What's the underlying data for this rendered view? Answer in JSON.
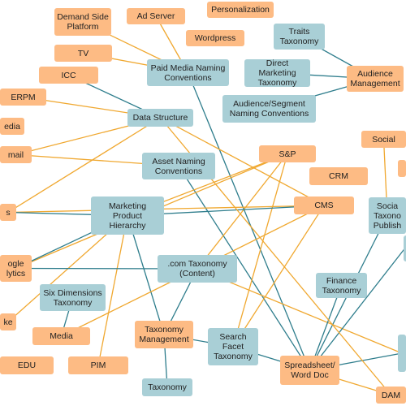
{
  "colors": {
    "orange_node": "#fdbb84",
    "blue_node": "#a9cfd6",
    "orange_edge": "#f0a830",
    "blue_edge": "#2e7d8c"
  },
  "nodes": [
    {
      "id": "demand-side-platform",
      "label": "Demand Side\nPlatform",
      "kind": "orange"
    },
    {
      "id": "ad-server",
      "label": "Ad Server",
      "kind": "orange"
    },
    {
      "id": "personalization",
      "label": "Personalization",
      "kind": "orange"
    },
    {
      "id": "wordpress",
      "label": "Wordpress",
      "kind": "orange"
    },
    {
      "id": "traits-taxonomy",
      "label": "Traits\nTaxonomy",
      "kind": "blue"
    },
    {
      "id": "tv",
      "label": "TV",
      "kind": "orange"
    },
    {
      "id": "paid-media",
      "label": "Paid Media Naming\nConventions",
      "kind": "blue"
    },
    {
      "id": "direct-marketing",
      "label": "Direct\nMarketing\nTaxonomy",
      "kind": "blue"
    },
    {
      "id": "audience-management",
      "label": "Audience\nManagement",
      "kind": "orange"
    },
    {
      "id": "icc",
      "label": "ICC",
      "kind": "orange"
    },
    {
      "id": "erpm",
      "label": "ERPM",
      "kind": "orange"
    },
    {
      "id": "audience-segment",
      "label": "Audience/Segment\nNaming Conventions",
      "kind": "blue"
    },
    {
      "id": "data-structure",
      "label": "Data Structure",
      "kind": "blue"
    },
    {
      "id": "media-left",
      "label": "edia",
      "kind": "orange"
    },
    {
      "id": "social",
      "label": "Social",
      "kind": "orange"
    },
    {
      "id": "email",
      "label": "mail",
      "kind": "orange"
    },
    {
      "id": "snp",
      "label": "S&P",
      "kind": "orange"
    },
    {
      "id": "asset-naming",
      "label": "Asset Naming\nConventions",
      "kind": "blue"
    },
    {
      "id": "crm",
      "label": "CRM",
      "kind": "orange"
    },
    {
      "id": "marketing-product",
      "label": "Marketing\nProduct\nHierarchy",
      "kind": "blue"
    },
    {
      "id": "cms",
      "label": "CMS",
      "kind": "orange"
    },
    {
      "id": "social-taxonomy",
      "label": "Socia\nTaxono\nPublish",
      "kind": "blue"
    },
    {
      "id": "s-left",
      "label": "s",
      "kind": "orange"
    },
    {
      "id": "google-analytics",
      "label": "ogle\nlytics",
      "kind": "orange"
    },
    {
      "id": "dotcom-taxonomy",
      "label": ".com Taxonomy\n(Content)",
      "kind": "blue"
    },
    {
      "id": "finance-taxonomy",
      "label": "Finance\nTaxonomy",
      "kind": "blue"
    },
    {
      "id": "six-dimensions",
      "label": "Six Dimensions\nTaxonomy",
      "kind": "blue"
    },
    {
      "id": "ke-left",
      "label": "ke",
      "kind": "orange"
    },
    {
      "id": "media",
      "label": "Media",
      "kind": "orange"
    },
    {
      "id": "taxonomy-management",
      "label": "Taxonomy\nManagement",
      "kind": "orange"
    },
    {
      "id": "search-facet",
      "label": "Search\nFacet\nTaxonomy",
      "kind": "blue"
    },
    {
      "id": "edu",
      "label": "EDU",
      "kind": "orange"
    },
    {
      "id": "pim",
      "label": "PIM",
      "kind": "orange"
    },
    {
      "id": "spreadsheet",
      "label": "Spreadsheet/\nWord Doc",
      "kind": "orange"
    },
    {
      "id": "taxonomy",
      "label": "Taxonomy",
      "kind": "blue"
    },
    {
      "id": "dam",
      "label": "DAM",
      "kind": "orange"
    },
    {
      "id": "right-edge-1",
      "label": "",
      "kind": "orange"
    },
    {
      "id": "right-edge-2",
      "label": "",
      "kind": "blue"
    },
    {
      "id": "right-edge-3",
      "label": "",
      "kind": "blue"
    }
  ],
  "edges": [
    {
      "from": "demand-side-platform",
      "to": "paid-media",
      "kind": "orange"
    },
    {
      "from": "ad-server",
      "to": "paid-media",
      "kind": "orange"
    },
    {
      "from": "tv",
      "to": "paid-media",
      "kind": "orange"
    },
    {
      "from": "paid-media",
      "to": "spreadsheet",
      "kind": "blue"
    },
    {
      "from": "traits-taxonomy",
      "to": "audience-management",
      "kind": "blue"
    },
    {
      "from": "direct-marketing",
      "to": "audience-management",
      "kind": "blue"
    },
    {
      "from": "audience-segment",
      "to": "audience-management",
      "kind": "blue"
    },
    {
      "from": "icc",
      "to": "data-structure",
      "kind": "blue"
    },
    {
      "from": "erpm",
      "to": "data-structure",
      "kind": "orange"
    },
    {
      "from": "data-structure",
      "to": "email",
      "kind": "orange"
    },
    {
      "from": "data-structure",
      "to": "s-left",
      "kind": "orange"
    },
    {
      "from": "data-structure",
      "to": "cms",
      "kind": "orange"
    },
    {
      "from": "email",
      "to": "asset-naming",
      "kind": "orange"
    },
    {
      "from": "asset-naming",
      "to": "spreadsheet",
      "kind": "blue"
    },
    {
      "from": "snp",
      "to": "marketing-product",
      "kind": "orange"
    },
    {
      "from": "snp",
      "to": "dotcom-taxonomy",
      "kind": "orange"
    },
    {
      "from": "snp",
      "to": "search-facet",
      "kind": "orange"
    },
    {
      "from": "snp",
      "to": "google-analytics",
      "kind": "orange"
    },
    {
      "from": "cms",
      "to": "dotcom-taxonomy",
      "kind": "orange"
    },
    {
      "from": "cms",
      "to": "search-facet",
      "kind": "orange"
    },
    {
      "from": "cms",
      "to": "s-left",
      "kind": "orange"
    },
    {
      "from": "marketing-product",
      "to": "cms",
      "kind": "blue"
    },
    {
      "from": "marketing-product",
      "to": "s-left",
      "kind": "blue"
    },
    {
      "from": "marketing-product",
      "to": "google-analytics",
      "kind": "blue"
    },
    {
      "from": "marketing-product",
      "to": "taxonomy-management",
      "kind": "blue"
    },
    {
      "from": "marketing-product",
      "to": "pim",
      "kind": "orange"
    },
    {
      "from": "marketing-product",
      "to": "ke-left",
      "kind": "orange"
    },
    {
      "from": "google-analytics",
      "to": "dotcom-taxonomy",
      "kind": "blue"
    },
    {
      "from": "dotcom-taxonomy",
      "to": "taxonomy-management",
      "kind": "blue"
    },
    {
      "from": "dotcom-taxonomy",
      "to": "media",
      "kind": "orange"
    },
    {
      "from": "dotcom-taxonomy",
      "to": "right-edge-3",
      "kind": "orange"
    },
    {
      "from": "six-dimensions",
      "to": "media",
      "kind": "blue"
    },
    {
      "from": "taxonomy-management",
      "to": "taxonomy",
      "kind": "blue"
    },
    {
      "from": "taxonomy-management",
      "to": "search-facet",
      "kind": "blue"
    },
    {
      "from": "search-facet",
      "to": "spreadsheet",
      "kind": "blue"
    },
    {
      "from": "finance-taxonomy",
      "to": "spreadsheet",
      "kind": "blue"
    },
    {
      "from": "social-taxonomy",
      "to": "spreadsheet",
      "kind": "blue"
    },
    {
      "from": "social",
      "to": "social-taxonomy",
      "kind": "orange"
    },
    {
      "from": "spreadsheet",
      "to": "right-edge-2",
      "kind": "blue"
    },
    {
      "from": "spreadsheet",
      "to": "right-edge-3",
      "kind": "blue"
    },
    {
      "from": "spreadsheet",
      "to": "dam",
      "kind": "orange"
    },
    {
      "from": "data-structure",
      "to": "dam",
      "kind": "orange"
    }
  ]
}
